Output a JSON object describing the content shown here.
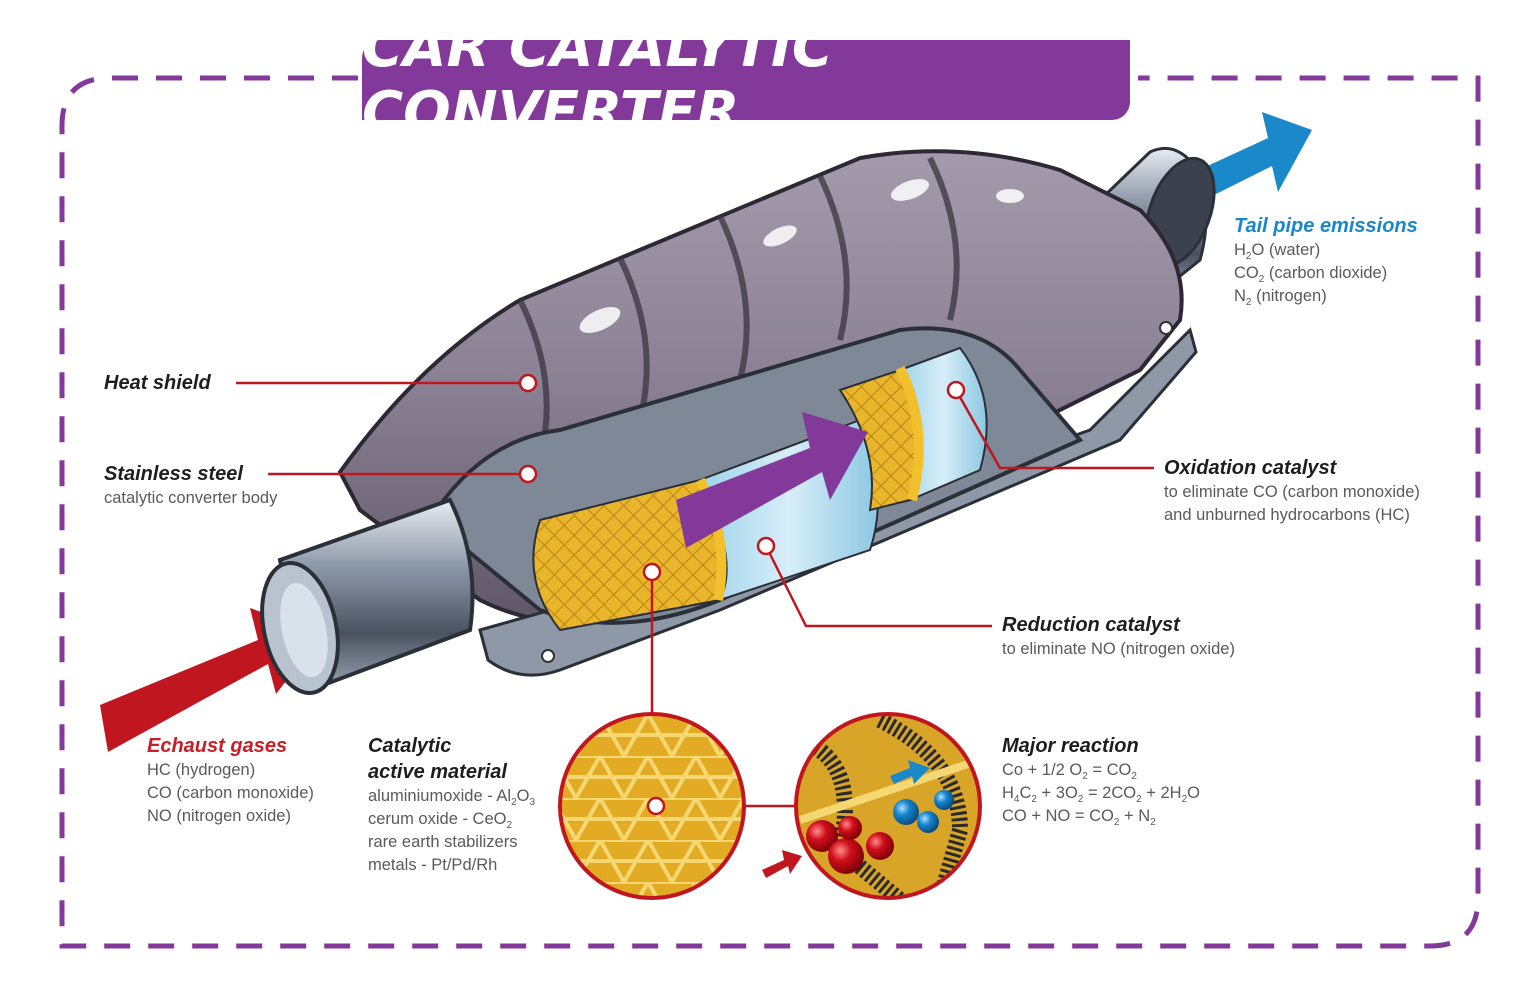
{
  "title": "CAR CATALYTIC CONVERTER",
  "colors": {
    "frame": "#83399a",
    "exhaust_arrow": "#c0161f",
    "emission_arrow": "#1a88c9",
    "flow_arrow": "#83399a",
    "catalyst": "#e9b52a",
    "leader_lines": "#c0161f"
  },
  "labels": {
    "heat_shield": {
      "title": "Heat shield"
    },
    "stainless_steel": {
      "title": "Stainless steel",
      "desc": "catalytic converter body"
    },
    "tail_pipe": {
      "title": "Tail pipe emissions",
      "l1": "H",
      "l1s": "2",
      "l1b": "O (water)",
      "l2": "CO",
      "l2s": "2",
      "l2b": " (carbon dioxide)",
      "l3": "N",
      "l3s": "2",
      "l3b": " (nitrogen)"
    },
    "oxidation": {
      "title": "Oxidation catalyst",
      "l1": "to eliminate CO (carbon monoxide)",
      "l2": "and unburned hydrocarbons (HC)"
    },
    "reduction": {
      "title": "Reduction catalyst",
      "l1": "to eliminate NO (nitrogen oxide)"
    },
    "exhaust": {
      "title": "Echaust gases",
      "l1": "HC (hydrogen)",
      "l2": "CO (carbon monoxide)",
      "l3": "NO (nitrogen oxide)"
    },
    "catalytic": {
      "title1": "Catalytic",
      "title2": "active material",
      "l1a": "aluminiumoxide - Al",
      "l1s1": "2",
      "l1b": "O",
      "l1s2": "3",
      "l2a": "cerum oxide - CeO",
      "l2s": "2",
      "l3": "rare earth stabilizers",
      "l4": "metals - Pt/Pd/Rh"
    },
    "reaction": {
      "title": "Major reaction",
      "r1a": "Co + 1/2 O",
      "r1s1": "2",
      "r1b": " = CO",
      "r1s2": "2",
      "r2a": "H",
      "r2s1": "4",
      "r2b": "C",
      "r2s2": "2",
      "r2c": " + 3O",
      "r2s3": "2",
      "r2d": " = 2CO",
      "r2s4": "2",
      "r2e": " + 2H",
      "r2s5": "2",
      "r2f": "O",
      "r3a": "CO + NO = CO",
      "r3s1": "2",
      "r3b": " + N",
      "r3s2": "2"
    }
  }
}
